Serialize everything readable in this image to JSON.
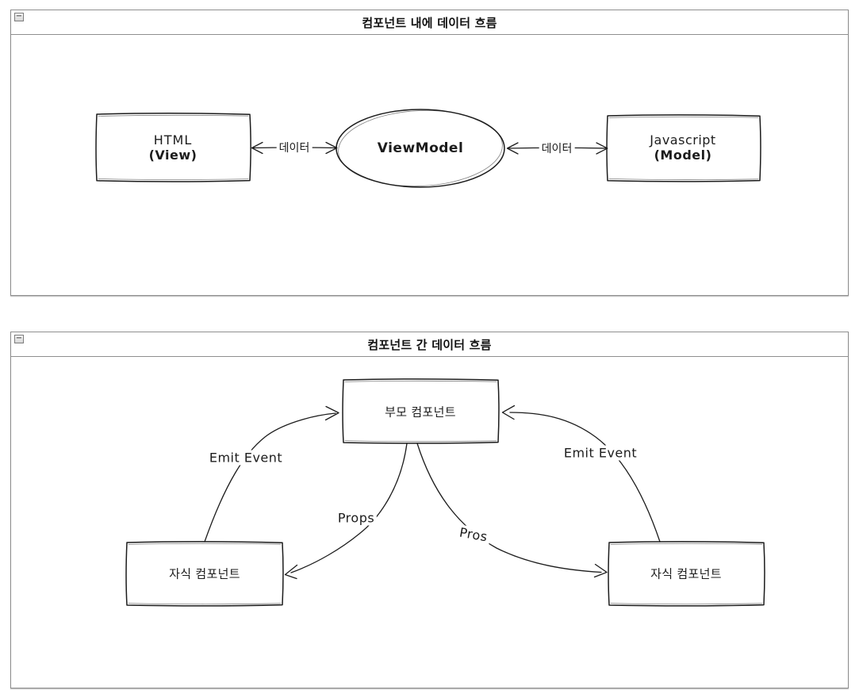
{
  "colors": {
    "background": "#ffffff",
    "diagram_stroke": "#1c1c1c",
    "panel_border": "#8f8f8f",
    "text": "#111111"
  },
  "panel_top": {
    "title": "컴포넌트 내에 데이터 흐름",
    "collapse_glyph": "−",
    "nodes": {
      "html_view": {
        "line1": "HTML",
        "line2": "(View)"
      },
      "viewmodel": {
        "label": "ViewModel"
      },
      "javascript_model": {
        "line1": "Javascript",
        "line2": "(Model)"
      }
    },
    "edges": {
      "html_viewmodel_label": "데이터",
      "viewmodel_js_label": "데이터"
    }
  },
  "panel_bottom": {
    "title": "컴포넌트 간 데이터 흐름",
    "collapse_glyph": "−",
    "nodes": {
      "parent": {
        "label": "부모 컴포넌트"
      },
      "child_left": {
        "label": "자식 컴포넌트"
      },
      "child_right": {
        "label": "자식 컴포넌트"
      }
    },
    "edges": {
      "emit_left_label": "Emit Event",
      "emit_right_label": "Emit Event",
      "props_left_label": "Props",
      "props_right_label": "Pros"
    }
  }
}
